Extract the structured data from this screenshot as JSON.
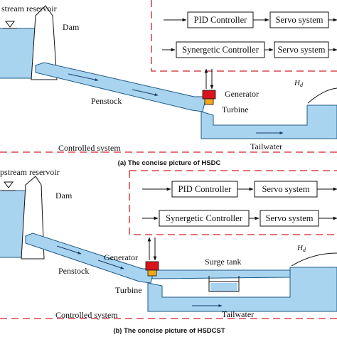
{
  "panel_a": {
    "upstream_reservoir": "stream reservoir",
    "dam": "Dam",
    "penstock": "Penstock",
    "generator": "Generator",
    "turbine": "Turbine",
    "controlled_system": "Controlled system",
    "tailwater": "Tailwater",
    "head_symbol": "H",
    "head_subscript": "d",
    "pid_controller": "PID Controller",
    "servo_system_1": "Servo system",
    "synergetic_controller": "Synergetic Controller",
    "servo_system_2": "Servo system",
    "caption": "(a) The concise picture of HSDC"
  },
  "panel_b": {
    "upstream_reservoir": "pstream reservoir",
    "dam": "Dam",
    "penstock": "Penstock",
    "generator": "Generator",
    "turbine": "Turbine",
    "surge_tank": "Surge tank",
    "controlled_system": "Controlled system",
    "tailwater": "Tailwater",
    "head_symbol": "H",
    "head_subscript": "d",
    "pid_controller": "PID Controller",
    "servo_system_1": "Servo system",
    "synergetic_controller": "Synergetic Controller",
    "servo_system_2": "Servo system",
    "caption": "(b) The concise picture of HSDCST"
  },
  "colors": {
    "water_fill": "#a9d4f0",
    "water_stroke": "#1c5a86",
    "dashed_border": "#d0202a",
    "generator_fill": "#d8141c",
    "turbine_fill": "#f2a81a",
    "dam_fill": "#ffffff"
  }
}
